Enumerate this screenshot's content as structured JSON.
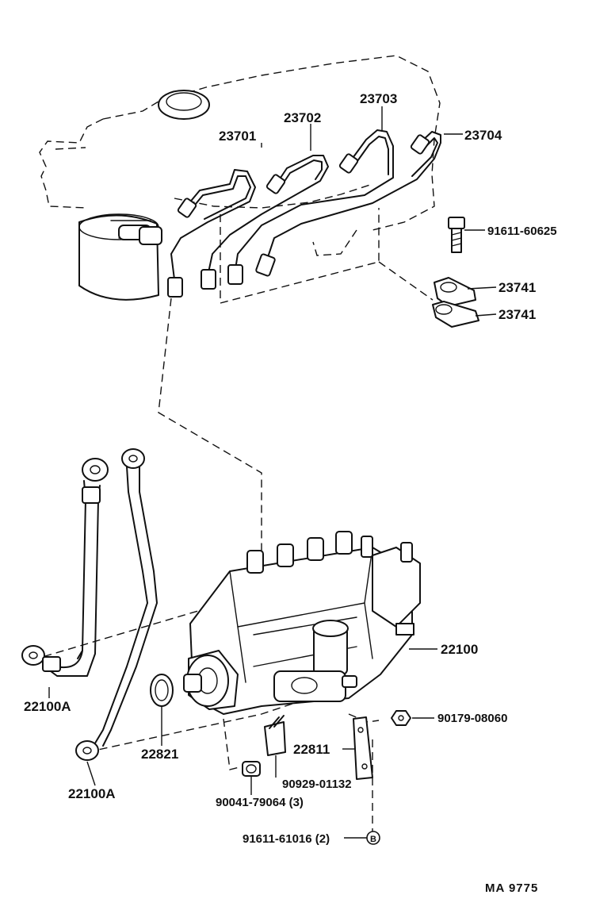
{
  "callouts": {
    "p23701": "23701",
    "p23702": "23702",
    "p23703": "23703",
    "p23704": "23704",
    "p91611_60625": "91611-60625",
    "p23741_a": "23741",
    "p23741_b": "23741",
    "p22100": "22100",
    "p90179_08060": "90179-08060",
    "p22811": "22811",
    "p22821": "22821",
    "p22100A_a": "22100A",
    "p22100A_b": "22100A",
    "p90929_01132": "90929-01132",
    "p90041_79064": "90041-79064 (3)",
    "p91611_61016": "91611-61016 (2)",
    "ref_b": "B"
  },
  "diagram_code": "MA  9775"
}
